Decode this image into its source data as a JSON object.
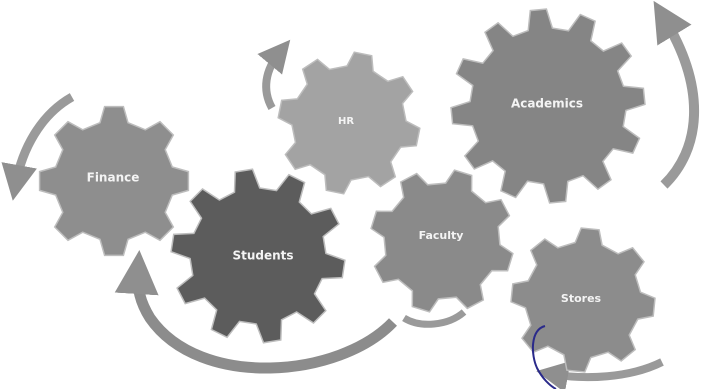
{
  "diagram": {
    "gears": [
      {
        "id": "finance",
        "label": "Finance",
        "color": "#8e8e8e"
      },
      {
        "id": "hr",
        "label": "HR",
        "color": "#a3a3a3"
      },
      {
        "id": "academics",
        "label": "Academics",
        "color": "#858585"
      },
      {
        "id": "students",
        "label": "Students",
        "color": "#5c5c5c"
      },
      {
        "id": "faculty",
        "label": "Faculty",
        "color": "#8a8a8a"
      },
      {
        "id": "stores",
        "label": "Stores",
        "color": "#8c8c8c"
      }
    ],
    "arrow_color": "#9a9a9a",
    "annotation_color": "#2a2a8a"
  }
}
